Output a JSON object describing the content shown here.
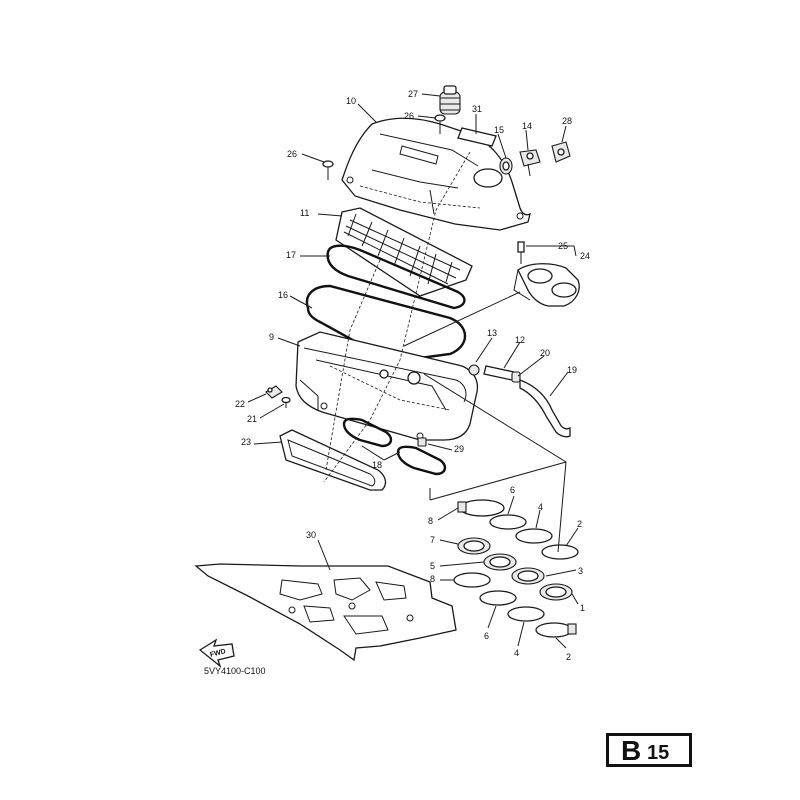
{
  "diagram": {
    "code": "5VY4100-C100",
    "badge": {
      "letter": "B",
      "number": "15"
    },
    "fwd_label": "FWD",
    "callouts": [
      {
        "id": "c27",
        "text": "27"
      },
      {
        "id": "c10",
        "text": "10"
      },
      {
        "id": "c26a",
        "text": "26"
      },
      {
        "id": "c31",
        "text": "31"
      },
      {
        "id": "c15",
        "text": "15"
      },
      {
        "id": "c14",
        "text": "14"
      },
      {
        "id": "c28",
        "text": "28"
      },
      {
        "id": "c26b",
        "text": "26"
      },
      {
        "id": "c11",
        "text": "11"
      },
      {
        "id": "c25",
        "text": "25"
      },
      {
        "id": "c24",
        "text": "24"
      },
      {
        "id": "c17",
        "text": "17"
      },
      {
        "id": "c16",
        "text": "16"
      },
      {
        "id": "c9",
        "text": "9"
      },
      {
        "id": "c13",
        "text": "13"
      },
      {
        "id": "c12",
        "text": "12"
      },
      {
        "id": "c20",
        "text": "20"
      },
      {
        "id": "c19",
        "text": "19"
      },
      {
        "id": "c22",
        "text": "22"
      },
      {
        "id": "c21",
        "text": "21"
      },
      {
        "id": "c23",
        "text": "23"
      },
      {
        "id": "c29",
        "text": "29"
      },
      {
        "id": "c18",
        "text": "18"
      },
      {
        "id": "c6a",
        "text": "6"
      },
      {
        "id": "c8a",
        "text": "8"
      },
      {
        "id": "c4a",
        "text": "4"
      },
      {
        "id": "c7",
        "text": "7"
      },
      {
        "id": "c2a",
        "text": "2"
      },
      {
        "id": "c5",
        "text": "5"
      },
      {
        "id": "c3",
        "text": "3"
      },
      {
        "id": "c8b",
        "text": "8"
      },
      {
        "id": "c1",
        "text": "1"
      },
      {
        "id": "c6b",
        "text": "6"
      },
      {
        "id": "c4b",
        "text": "4"
      },
      {
        "id": "c2b",
        "text": "2"
      },
      {
        "id": "c30",
        "text": "30"
      }
    ]
  }
}
